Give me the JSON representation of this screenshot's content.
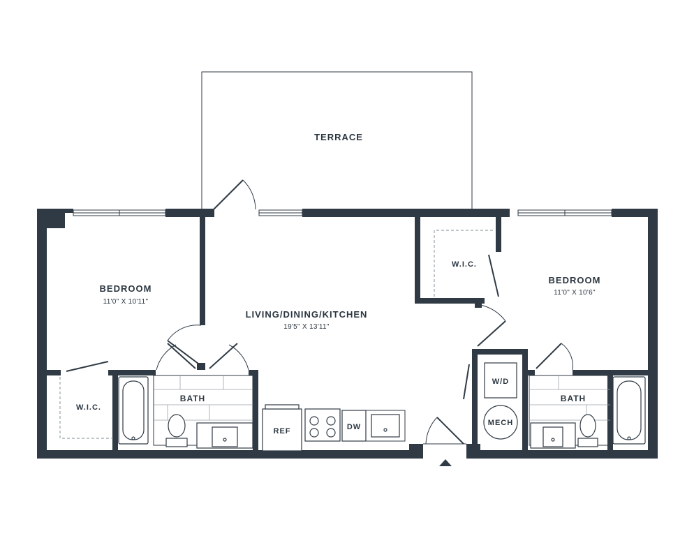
{
  "plan": {
    "rooms": {
      "terrace": {
        "name": "TERRACE"
      },
      "bedroom_left": {
        "name": "BEDROOM",
        "dimensions": "11'0\" X 10'11\""
      },
      "living": {
        "name": "LIVING/DINING/KITCHEN",
        "dimensions": "19'5\" X 13'11\""
      },
      "bedroom_right": {
        "name": "BEDROOM",
        "dimensions": "11'0\" X 10'6\""
      },
      "wic_left": {
        "name": "W.I.C."
      },
      "wic_right": {
        "name": "W.I.C."
      },
      "bath_left": {
        "name": "BATH"
      },
      "bath_right": {
        "name": "BATH"
      }
    },
    "fixtures": {
      "ref": "REF",
      "dw": "DW",
      "wd": "W/D",
      "mech": "MECH"
    }
  }
}
